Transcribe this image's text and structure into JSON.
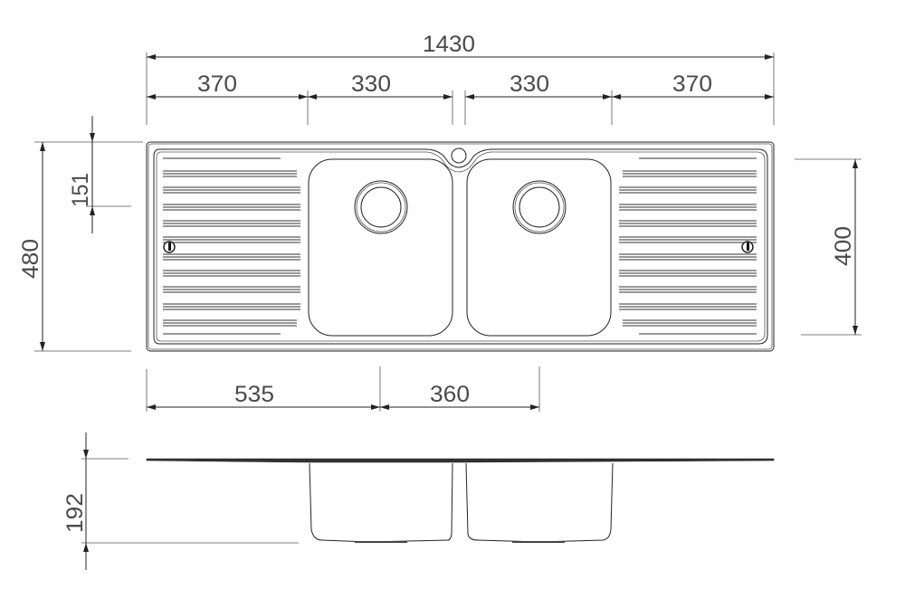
{
  "drawing": {
    "units": "mm",
    "plan_view": {
      "overall_width": "1430",
      "segments": [
        "370",
        "330",
        "330",
        "370"
      ],
      "overall_depth": "480",
      "tap_hole_offset": "151",
      "bowl_depth": "400",
      "drain_offset": "535",
      "drain_spacing": "360"
    },
    "side_view": {
      "bowl_height": "192"
    },
    "line_color": "#222222",
    "text_color": "#4a4a4a"
  }
}
